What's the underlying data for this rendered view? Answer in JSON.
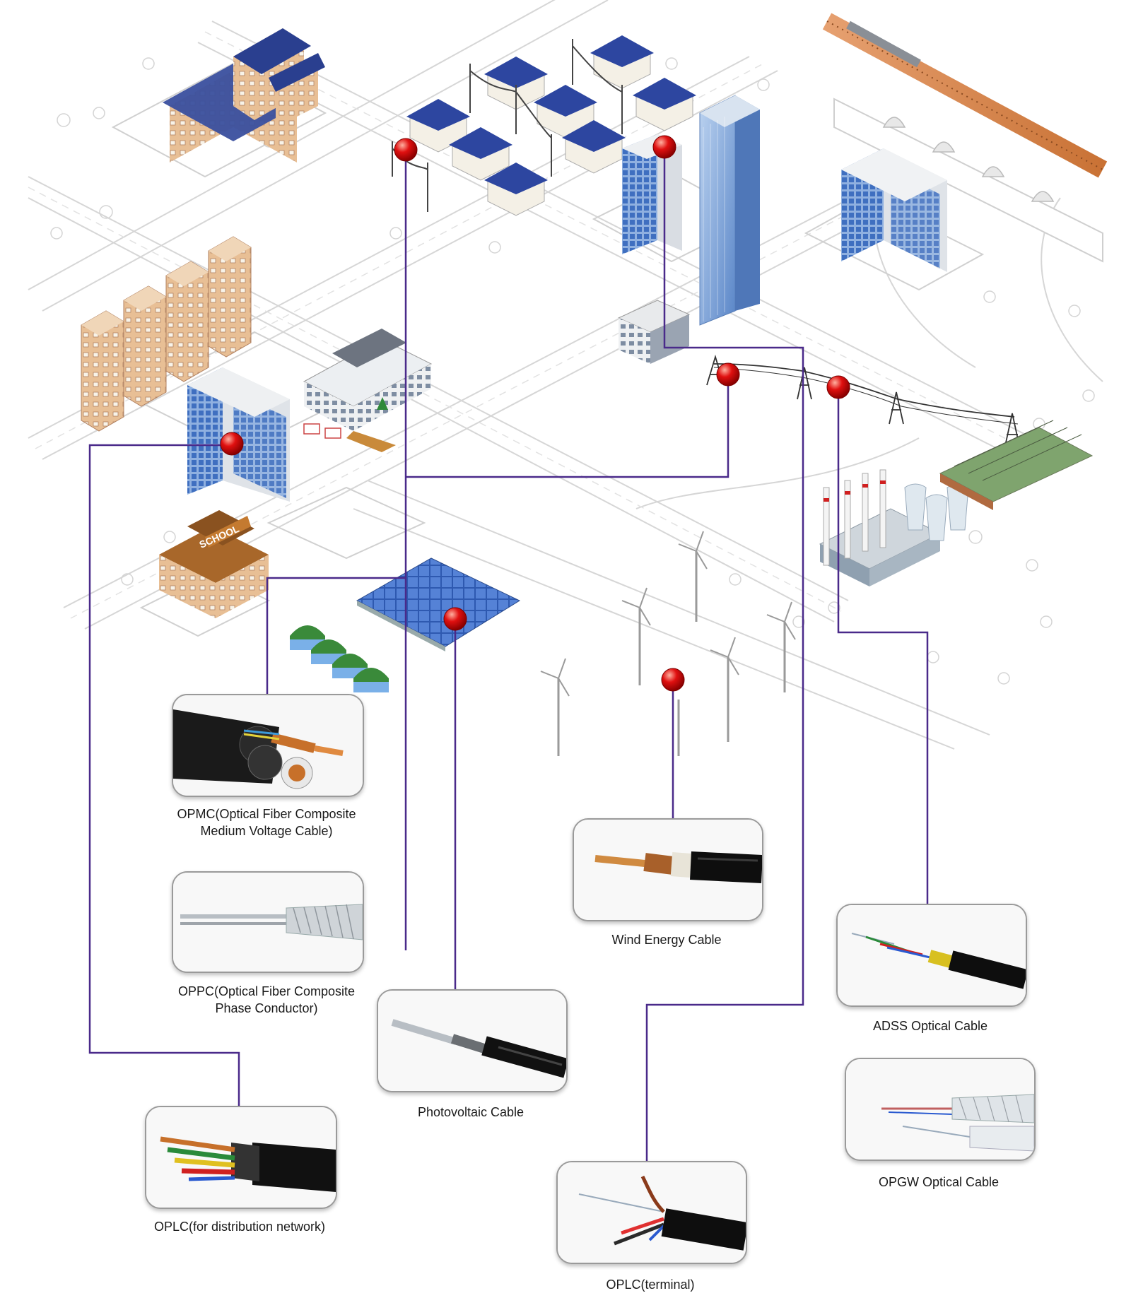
{
  "scene": {
    "school_sign": "SCHOOL"
  },
  "cables": [
    {
      "id": "opmc",
      "label": "OPMC(Optical Fiber Composite",
      "label2": "Medium Voltage Cable)"
    },
    {
      "id": "oppc",
      "label": "OPPC(Optical Fiber Composite",
      "label2": "Phase Conductor)"
    },
    {
      "id": "oplc_dist",
      "label": "OPLC(for distribution network)"
    },
    {
      "id": "pv",
      "label": "Photovoltaic Cable"
    },
    {
      "id": "wind",
      "label": "Wind Energy Cable"
    },
    {
      "id": "oplc_term",
      "label": "OPLC(terminal)"
    },
    {
      "id": "adss",
      "label": "ADSS Optical Cable"
    },
    {
      "id": "opgw",
      "label": "OPGW Optical Cable"
    }
  ],
  "colors": {
    "connector": "#4a2a8a",
    "marker": "#d80000",
    "road": "#cfcfcf",
    "building_blue": "#5b7fc0",
    "roof_blue": "#2a3f8f",
    "brick": "#e3b98d"
  }
}
